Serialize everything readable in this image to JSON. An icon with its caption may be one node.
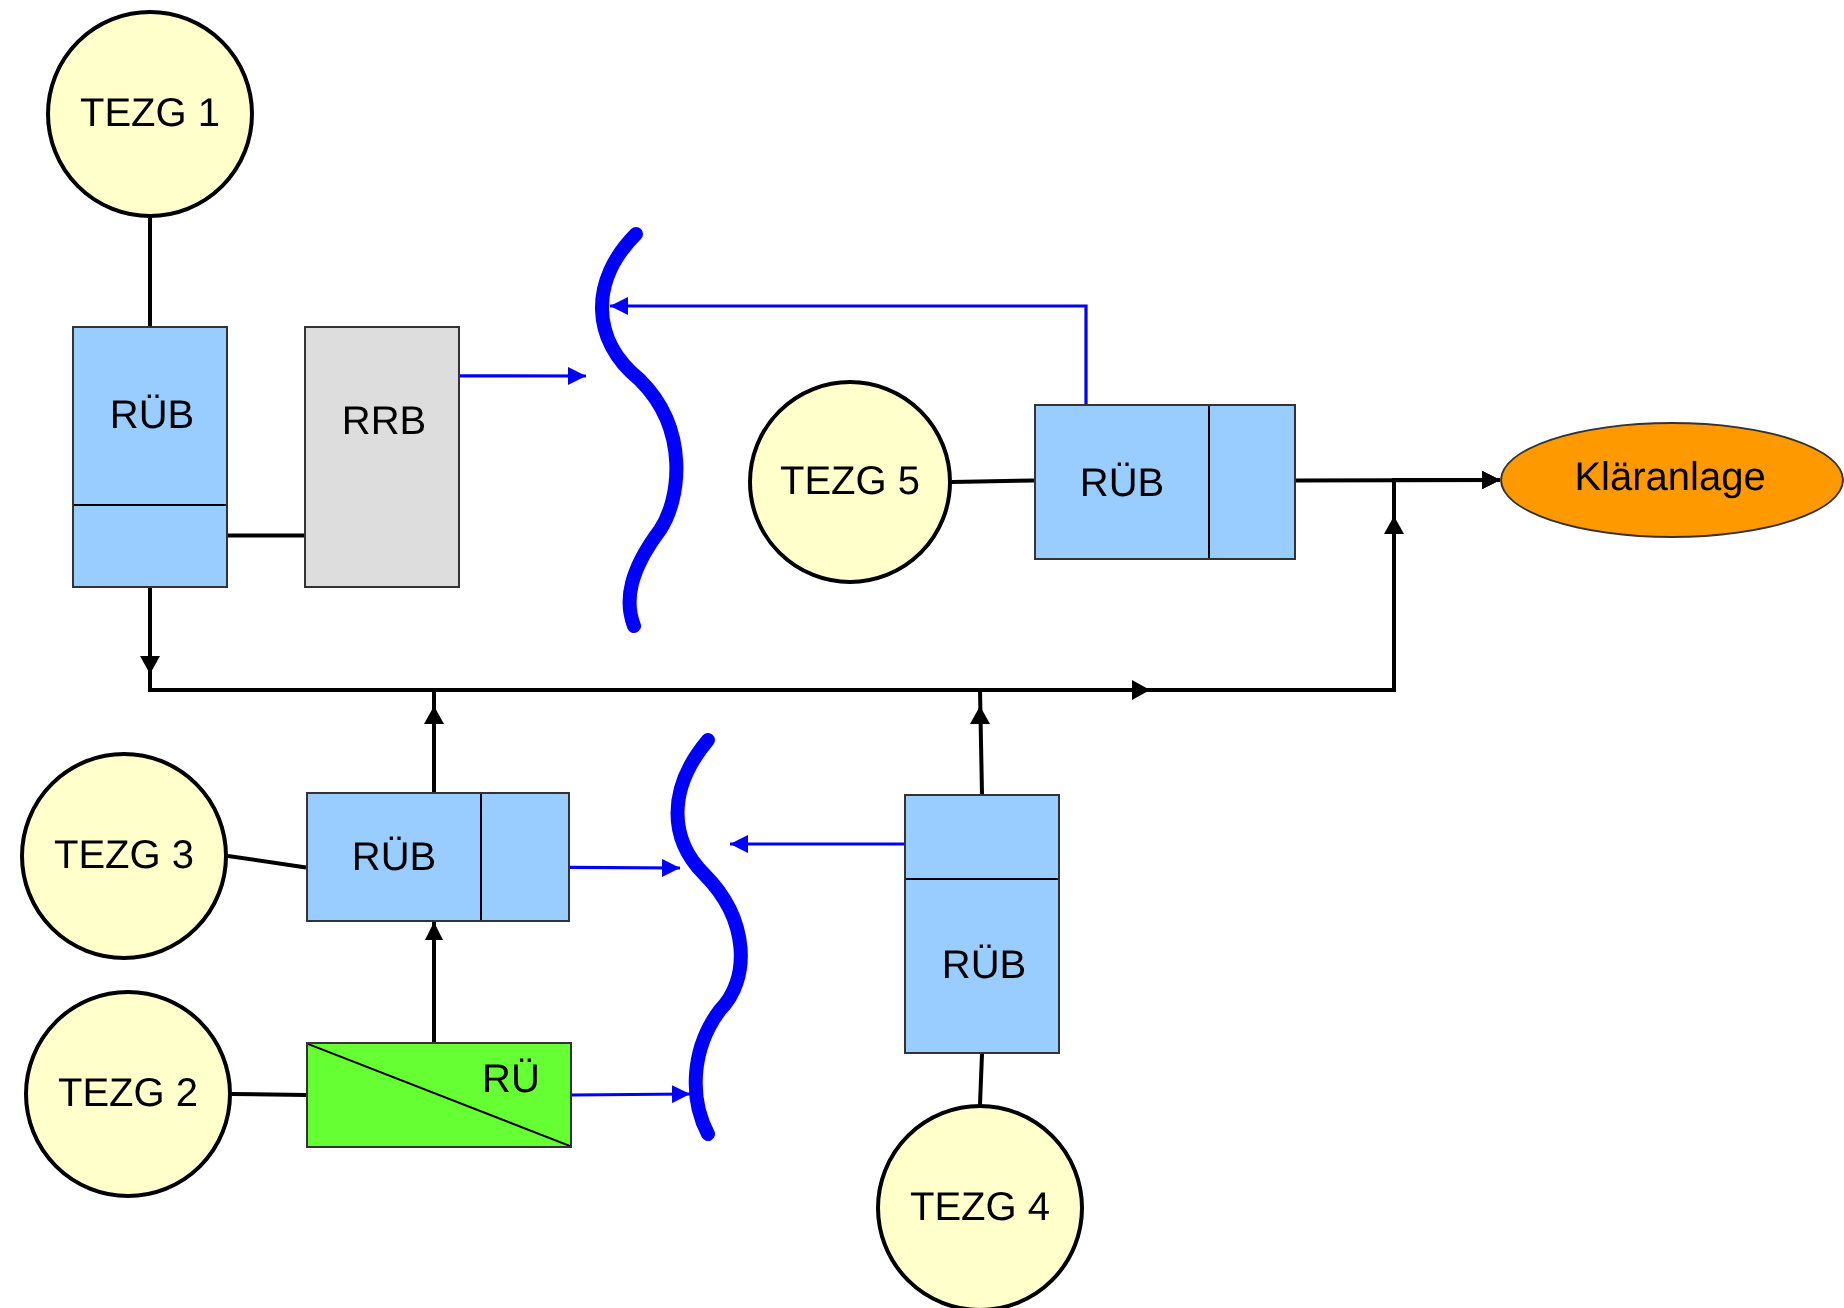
{
  "diagram": {
    "nodes": [
      {
        "text": [
          "TEZG 1"
        ]
      },
      {
        "text": [
          "RÜB"
        ]
      },
      {
        "text": [
          "RRB"
        ]
      },
      {
        "text": [],
        "shape": "wave"
      },
      {
        "text": [
          "TEZG 5"
        ]
      },
      {
        "text": [
          "RÜB"
        ]
      },
      {
        "text": [
          "Kläranlage"
        ]
      },
      {
        "text": [
          "TEZG 3"
        ]
      },
      {
        "text": [
          "RÜB"
        ]
      },
      {
        "text": [],
        "shape": "wave"
      },
      {
        "text": [
          "RÜB"
        ]
      },
      {
        "text": [
          "TEZG 2"
        ]
      },
      {
        "text": [
          "RÜ"
        ]
      },
      {
        "text": [
          "TEZG 4"
        ]
      }
    ],
    "edges": [
      {
        "from": 0,
        "to": 1,
        "arrow": "none"
      },
      {
        "from": 1,
        "to": 2,
        "arrow": "none"
      },
      {
        "from": 2,
        "to": 3,
        "arrow": "to",
        "color": "#0000ff"
      },
      {
        "from": 5,
        "to": 3,
        "arrow": "to",
        "color": "#0000ff"
      },
      {
        "from": 4,
        "to": 5,
        "arrow": "none"
      },
      {
        "from": 5,
        "to": 6,
        "arrow": "to"
      },
      {
        "from": 1,
        "to": 6,
        "arrow": "to"
      },
      {
        "from": 8,
        "to": 6,
        "arrow": "to"
      },
      {
        "from": 10,
        "to": 6,
        "arrow": "to"
      },
      {
        "from": 7,
        "to": 8,
        "arrow": "none"
      },
      {
        "from": 8,
        "to": 9,
        "arrow": "to",
        "color": "#0000ff"
      },
      {
        "from": 10,
        "to": 9,
        "arrow": "to",
        "color": "#0000ff"
      },
      {
        "from": 11,
        "to": 12,
        "arrow": "none"
      },
      {
        "from": 12,
        "to": 8,
        "arrow": "to"
      },
      {
        "from": 12,
        "to": 9,
        "arrow": "to",
        "color": "#0000ff"
      },
      {
        "from": 13,
        "to": 10,
        "arrow": "none"
      }
    ]
  }
}
